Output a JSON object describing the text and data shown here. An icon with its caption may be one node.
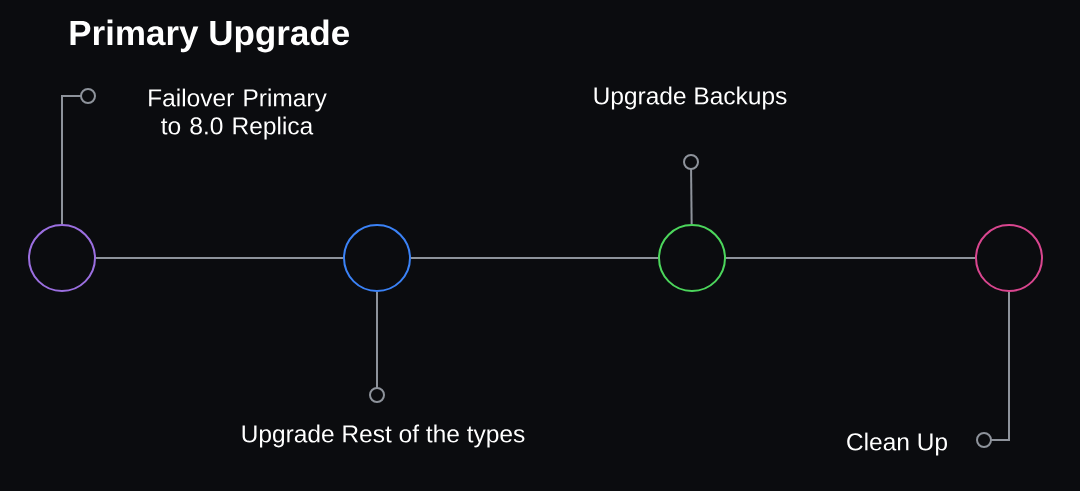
{
  "diagram": {
    "title": "Primary Upgrade",
    "nodes": [
      {
        "text": [
          "Failover Primary to 8.0 Replica"
        ]
      },
      {
        "text": [
          "Upgrade Backups"
        ]
      },
      {
        "text": [],
        "shape": "circle"
      },
      {
        "text": [],
        "shape": "circle"
      },
      {
        "text": [],
        "shape": "circle"
      },
      {
        "text": [],
        "shape": "circle"
      },
      {
        "text": [
          "Upgrade Rest of the types"
        ]
      },
      {
        "text": [
          "Clean Up"
        ]
      }
    ],
    "edges": [
      {
        "from": 2,
        "to": 3,
        "arrow": "none"
      },
      {
        "from": 3,
        "to": 4,
        "arrow": "none"
      },
      {
        "from": 4,
        "to": 5,
        "arrow": "none"
      },
      {
        "from": 0,
        "to": 2,
        "arrow": "other"
      },
      {
        "from": 1,
        "to": 4,
        "arrow": "other"
      },
      {
        "from": 6,
        "to": 3,
        "arrow": "other"
      },
      {
        "from": 7,
        "to": 5,
        "arrow": "other"
      }
    ]
  }
}
